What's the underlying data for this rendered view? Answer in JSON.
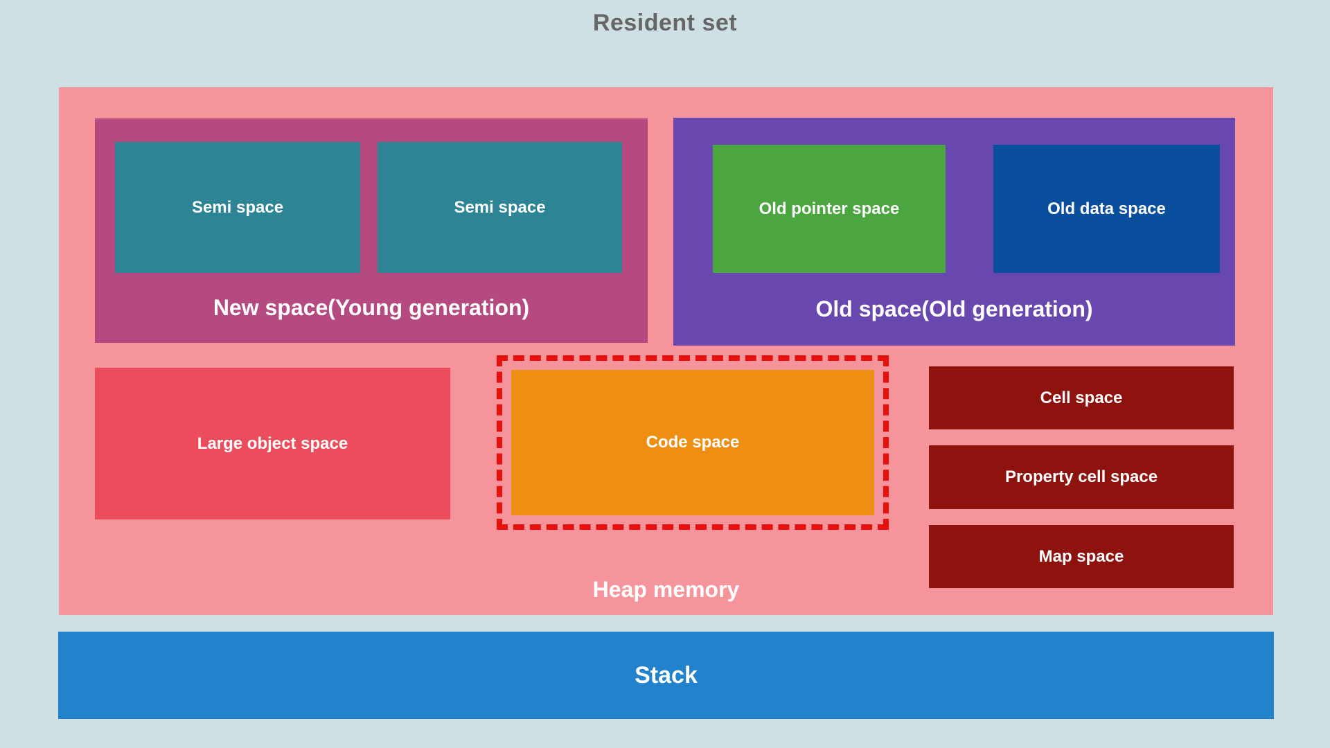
{
  "title": "Resident set",
  "background_color": "#cfe0e4",
  "heap": {
    "label": "Heap memory",
    "color": "#f5949b",
    "new_space": {
      "label": "New space(Young generation)",
      "color": "#b44a80",
      "children": [
        {
          "label": "Semi space",
          "color": "#2c8495"
        },
        {
          "label": "Semi space",
          "color": "#2c8495"
        }
      ]
    },
    "old_space": {
      "label": "Old space(Old generation)",
      "color": "#6847ae",
      "children": [
        {
          "label": "Old pointer space",
          "color": "#4ba63f"
        },
        {
          "label": "Old data space",
          "color": "#0a4f9e"
        }
      ]
    },
    "large_object_space": {
      "label": "Large object space",
      "color": "#eb4d5c"
    },
    "code_space": {
      "label": "Code space",
      "color": "#ee8f14",
      "highlight_border_color": "#e8100c",
      "highlight_border_style": "dashed",
      "highlighted": true
    },
    "aux_spaces": [
      {
        "label": "Cell space",
        "color": "#8e130f"
      },
      {
        "label": "Property cell space",
        "color": "#8e130f"
      },
      {
        "label": "Map space",
        "color": "#8e130f"
      }
    ]
  },
  "stack": {
    "label": "Stack",
    "color": "#2282cb"
  }
}
